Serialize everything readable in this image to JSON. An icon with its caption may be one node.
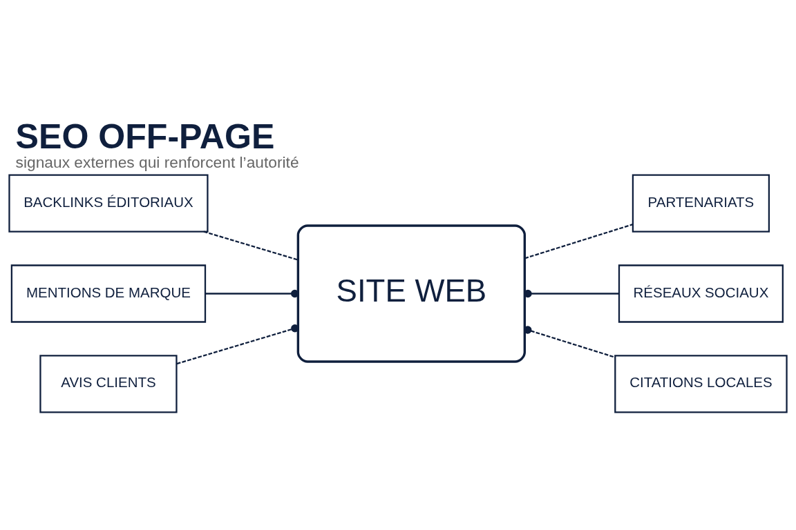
{
  "diagram": {
    "title": "SEO OFF-PAGE",
    "caption": "signaux externes qui renforcent l’autorité",
    "nodes": [
      {
        "text": [
          "BACKLINKS ÉDITORIAUX"
        ]
      },
      {
        "text": [
          "PARTENARIATS"
        ]
      },
      {
        "text": [
          "MENTIONS DE MARQUE"
        ]
      },
      {
        "text": [
          "SITE WEB"
        ]
      },
      {
        "text": [
          "RÉSEAUX SOCIAUX"
        ]
      },
      {
        "text": [
          "AVIS CLIENTS"
        ]
      },
      {
        "text": [
          "CITATIONS LOCALES"
        ]
      }
    ],
    "edges": [
      {
        "from": 0,
        "to": 3,
        "arrow": "none",
        "style": "dashed"
      },
      {
        "from": 1,
        "to": 3,
        "arrow": "none",
        "style": "dashed"
      },
      {
        "from": 2,
        "to": 3,
        "arrow": "other"
      },
      {
        "from": 4,
        "to": 3,
        "arrow": "other"
      },
      {
        "from": 5,
        "to": 3,
        "arrow": "other",
        "style": "dashed"
      },
      {
        "from": 6,
        "to": 3,
        "arrow": "other",
        "style": "dashed"
      }
    ]
  }
}
